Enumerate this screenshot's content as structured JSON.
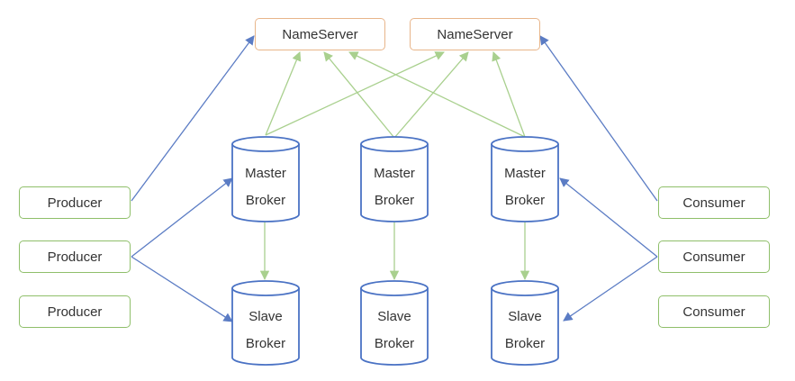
{
  "nameservers": [
    "NameServer",
    "NameServer"
  ],
  "producers": [
    "Producer",
    "Producer",
    "Producer"
  ],
  "consumers": [
    "Consumer",
    "Consumer",
    "Consumer"
  ],
  "masters": [
    {
      "line1": "Master",
      "line2": "Broker"
    },
    {
      "line1": "Master",
      "line2": "Broker"
    },
    {
      "line1": "Master",
      "line2": "Broker"
    }
  ],
  "slaves": [
    {
      "line1": "Slave",
      "line2": "Broker"
    },
    {
      "line1": "Slave",
      "line2": "Broker"
    },
    {
      "line1": "Slave",
      "line2": "Broker"
    }
  ],
  "colors": {
    "nameserver_border": "#e8b58a",
    "client_border": "#8fbf6a",
    "broker_stroke": "#4a72c4",
    "green_arrow": "#a9d08e",
    "blue_arrow": "#5b7cc4"
  }
}
